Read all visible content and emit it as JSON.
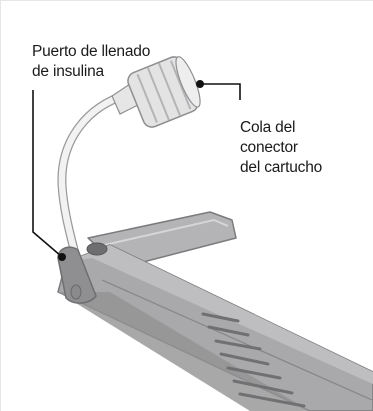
{
  "labels": {
    "fill_port": {
      "lines": [
        "Puerto de llenado",
        "de insulina"
      ]
    },
    "connector_tail": {
      "lines": [
        "Cola del",
        "conector",
        "del cartucho"
      ]
    }
  },
  "colors": {
    "frame": "#e6e6e6",
    "text": "#1a1a1a",
    "leader": "#111111",
    "body_dark": "#8c8c8e",
    "body_mid": "#a7a7a9",
    "body_light": "#c4c4c6",
    "cap": "#e3e3e4",
    "tube": "#f2f2f2"
  }
}
